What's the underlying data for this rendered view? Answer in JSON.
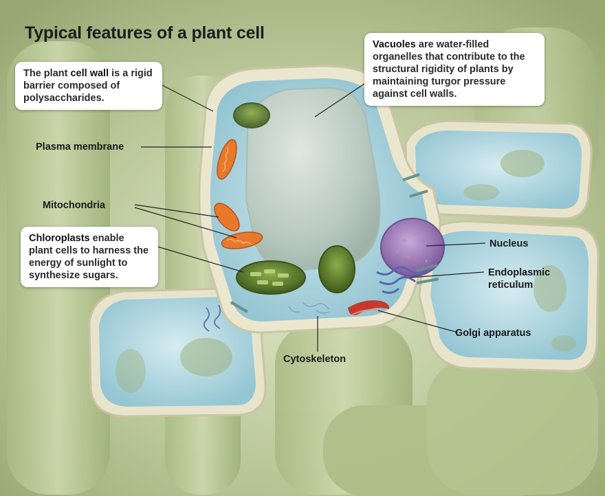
{
  "title": "Typical features of a plant cell",
  "callouts": {
    "cell_wall": {
      "before": "The plant ",
      "bold": "cell wall",
      "after": " is a rigid barrier composed of polysaccharides."
    },
    "vacuoles": {
      "bold": "Vacuoles",
      "after": " are water-filled organelles that contribute to the structural rigidity of plants by maintaining turgor pressure against cell walls."
    },
    "chloroplasts": {
      "bold": "Chloroplasts",
      "after": " enable plant cells to harness the energy of sunlight to synthesize sugars."
    }
  },
  "labels": {
    "plasma_membrane": "Plasma membrane",
    "mitochondria": "Mitochondria",
    "nucleus": "Nucleus",
    "endoplasmic_reticulum_line1": "Endoplasmic",
    "endoplasmic_reticulum_line2": "reticulum",
    "golgi_apparatus": "Golgi apparatus",
    "cytoskeleton": "Cytoskeleton"
  },
  "colors": {
    "background_green": "#b9c79a",
    "cell_wall": "#e6e2c8",
    "cytoplasm": "#9ccbd6",
    "vacuole": "#c6d2cf",
    "mitochondria": "#e8782a",
    "chloroplast": "#5a7a2a",
    "nucleus": "#8a6aa8",
    "golgi": "#c0392b",
    "er": "#5c6fb0"
  }
}
